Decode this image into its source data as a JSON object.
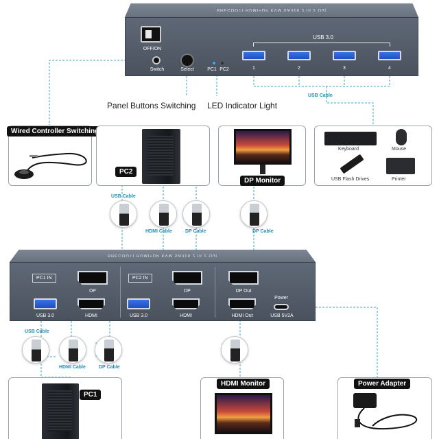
{
  "top_unit": {
    "top_text": "BRECOOTI HDMI+DP KVM Switch 2 In 2 Out",
    "power_label": "OFF/ON",
    "switch_label": "Switch",
    "select_label": "Select",
    "pc1_label": "PC1",
    "pc2_label": "PC2",
    "usb_header": "USB 3.0",
    "usb_ports": [
      "1",
      "2",
      "3",
      "4"
    ]
  },
  "headings": {
    "panel_buttons": "Panel Buttons Switching",
    "led_indicator": "LED Indicator Light"
  },
  "boxes": {
    "wired_controller": "Wired Controller Switching",
    "pc2": "PC2",
    "dp_monitor": "DP Monitor",
    "pc1": "PC1",
    "hdmi_monitor": "HDMI Monitor",
    "power_adapter": "Power Adapter"
  },
  "peripherals": {
    "keyboard": "Keyboard",
    "mouse": "Mouse",
    "usb_flash": "USB Flash Drives",
    "printer": "Printer"
  },
  "cables": {
    "usb_top": "USB Cable",
    "usb_pc2": "USB Cable",
    "hdmi_pc2": "HDMI Cable",
    "dp_pc2": "DP Cable",
    "dp_monitor": "DP Cable",
    "usb_pc1": "USB Cable",
    "hdmi_pc1": "HDMI Cable",
    "dp_pc1": "DP Cable"
  },
  "main_unit": {
    "top_text": "BRECOOTI HDMI+DP KVM Switch 2 In 2 Out",
    "pc1_in": "PC1 IN",
    "pc2_in": "PC2 IN",
    "dp_a": "DP",
    "dp_b": "DP",
    "dp_out": "DP Out",
    "usb_a": "USB 3.0",
    "hdmi_a": "HDMI",
    "usb_b": "USB 3.0",
    "hdmi_b": "HDMI",
    "hdmi_out": "HDMI Out",
    "power": "Power",
    "usb_5v2a": "USB 5V2A"
  },
  "colors": {
    "wire": "#3aa7c9",
    "device": "#545c68",
    "usb_blue": "#2b5fd6"
  }
}
